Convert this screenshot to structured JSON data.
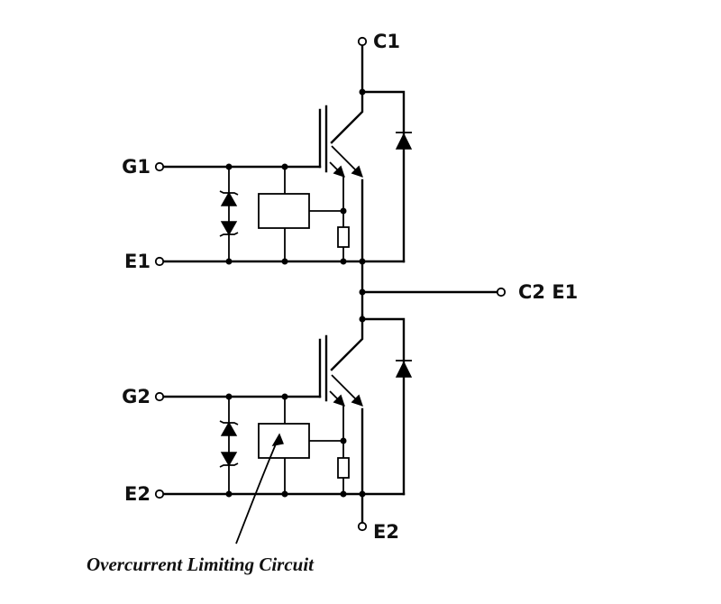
{
  "diagram": {
    "terminals": {
      "c1": "C1",
      "g1": "G1",
      "e1": "E1",
      "c2e1": "C2 E1",
      "g2": "G2",
      "e2_left": "E2",
      "e2_bottom": "E2"
    },
    "caption": "Overcurrent Limiting Circuit"
  }
}
